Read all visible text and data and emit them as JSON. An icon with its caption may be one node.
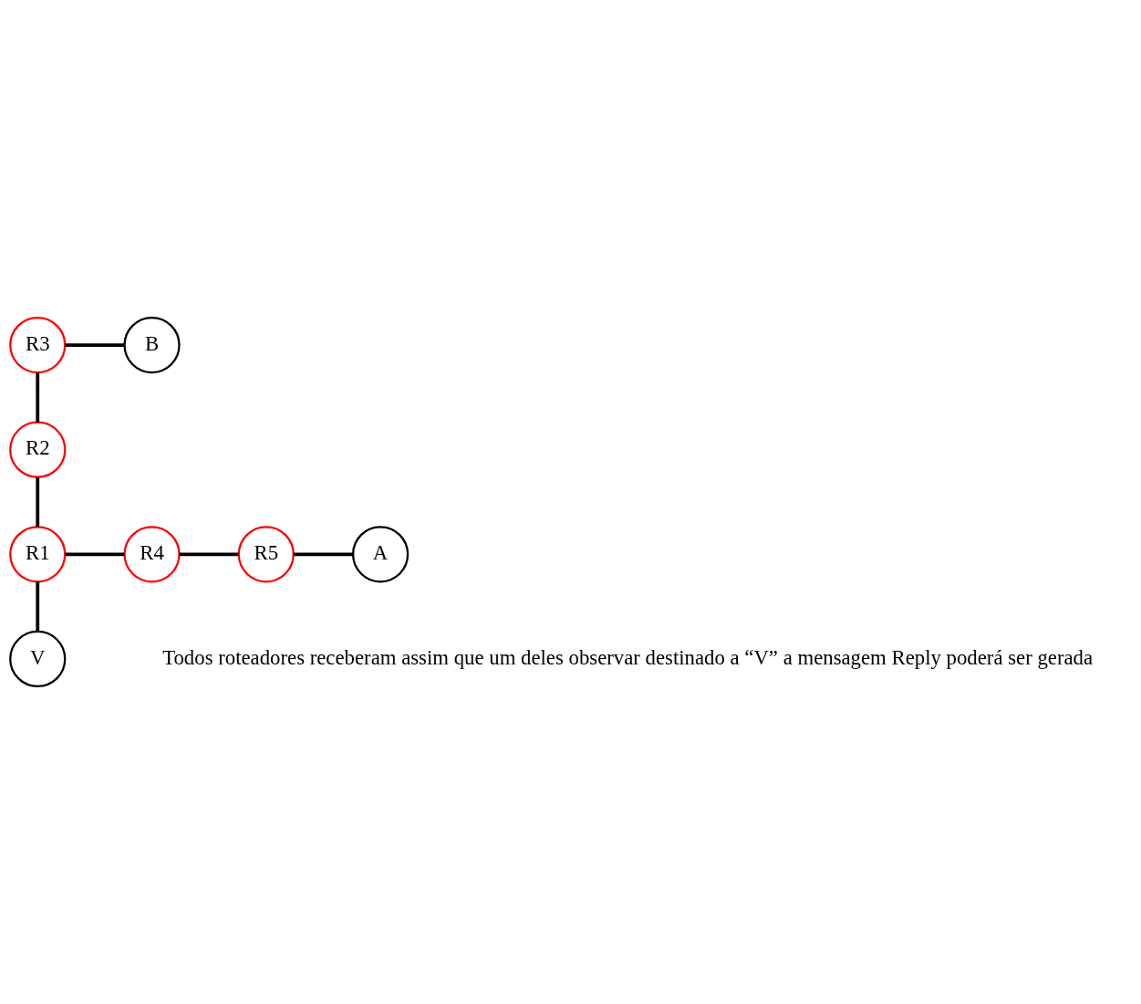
{
  "diagram": {
    "nodes": [
      {
        "text": [
          "R3"
        ]
      },
      {
        "text": [
          "B"
        ]
      },
      {
        "text": [
          "R2"
        ]
      },
      {
        "text": [
          "R1"
        ]
      },
      {
        "text": [
          "R4"
        ]
      },
      {
        "text": [
          "R5"
        ]
      },
      {
        "text": [
          "A"
        ]
      },
      {
        "text": [
          "V"
        ]
      }
    ],
    "edges": [
      {
        "from": 0,
        "to": 1,
        "arrow": "none"
      },
      {
        "from": 0,
        "to": 2,
        "arrow": "none"
      },
      {
        "from": 2,
        "to": 3,
        "arrow": "none"
      },
      {
        "from": 3,
        "to": 4,
        "arrow": "none"
      },
      {
        "from": 4,
        "to": 5,
        "arrow": "none"
      },
      {
        "from": 5,
        "to": 6,
        "arrow": "none"
      },
      {
        "from": 3,
        "to": 7,
        "arrow": "none"
      }
    ],
    "labels": [
      "Todos roteadores receberam assim que um deles observar destinado a “V” a mensagem Reply poderá ser gerada"
    ]
  }
}
